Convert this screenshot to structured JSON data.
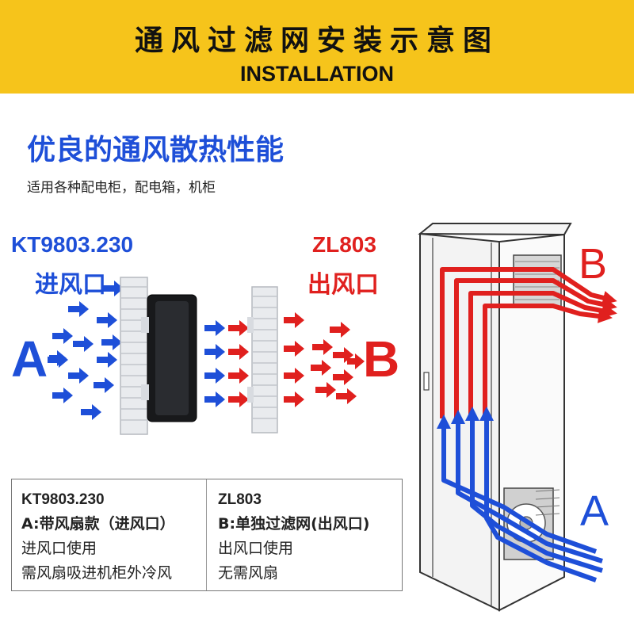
{
  "banner": {
    "title": "通风过滤网安装示意图",
    "subtitle": "INSTALLATION"
  },
  "headline": "优良的通风散热性能",
  "subline": "适用各种配电柜，配电箱，机柜",
  "inlet": {
    "model": "KT9803.230",
    "label": "进风口",
    "letter": "A"
  },
  "outlet": {
    "model": "ZL803",
    "label": "出风口",
    "letter": "B"
  },
  "cabinet": {
    "outlet_letter": "B",
    "inlet_letter": "A"
  },
  "table": {
    "left": {
      "model": "KT9803.230",
      "type": "A:带风扇款（进风口）",
      "usage": "进风口使用",
      "note": "需风扇吸进机柜外冷风"
    },
    "right": {
      "model": "ZL803",
      "type": "B:单独过滤网(出风口)",
      "usage": "出风口使用",
      "note": "无需风扇"
    }
  },
  "colors": {
    "banner": "#f6c41b",
    "blue": "#1e4fd8",
    "red": "#e0201e"
  }
}
